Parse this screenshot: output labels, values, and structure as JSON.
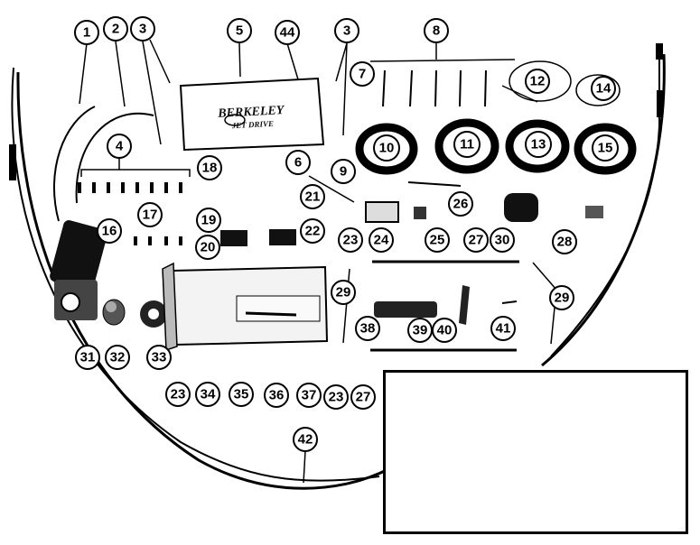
{
  "diagram": {
    "logo": {
      "line1": "BERKELEY",
      "line2": "JET DRIVE"
    },
    "callouts": [
      "1",
      "2",
      "3",
      "5",
      "44",
      "3",
      "8",
      "7",
      "12",
      "14",
      "4",
      "18",
      "6",
      "9",
      "10",
      "11",
      "13",
      "15",
      "17",
      "21",
      "16",
      "19",
      "22",
      "24",
      "26",
      "30",
      "28",
      "20",
      "25",
      "27",
      "23",
      "29",
      "29",
      "39",
      "38",
      "40",
      "41",
      "31",
      "32",
      "33",
      "36",
      "37",
      "23",
      "34",
      "35",
      "23",
      "27",
      "42"
    ]
  },
  "colors": {
    "ink": "#000000",
    "paper": "#ffffff",
    "gray": "#d9d9d9"
  }
}
